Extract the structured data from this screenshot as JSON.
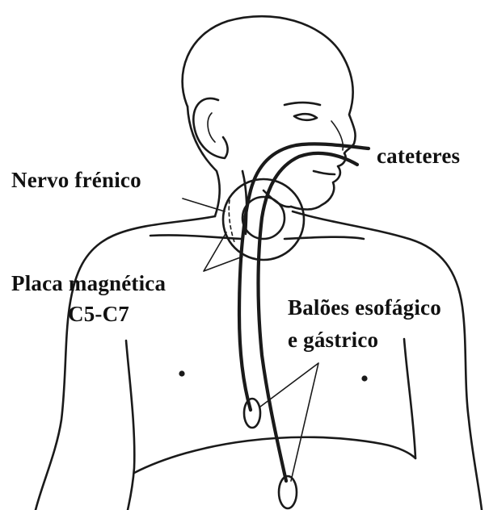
{
  "labels": {
    "cateteres": "cateteres",
    "nervo_frenico": "Nervo  frénico",
    "placa_line1": "Placa magnética",
    "placa_line2": "C5-C7",
    "baloes_line1": "Balões esofágico",
    "baloes_line2": "e gástrico"
  },
  "colors": {
    "ink": "#1a1a1a",
    "background": "#ffffff"
  }
}
